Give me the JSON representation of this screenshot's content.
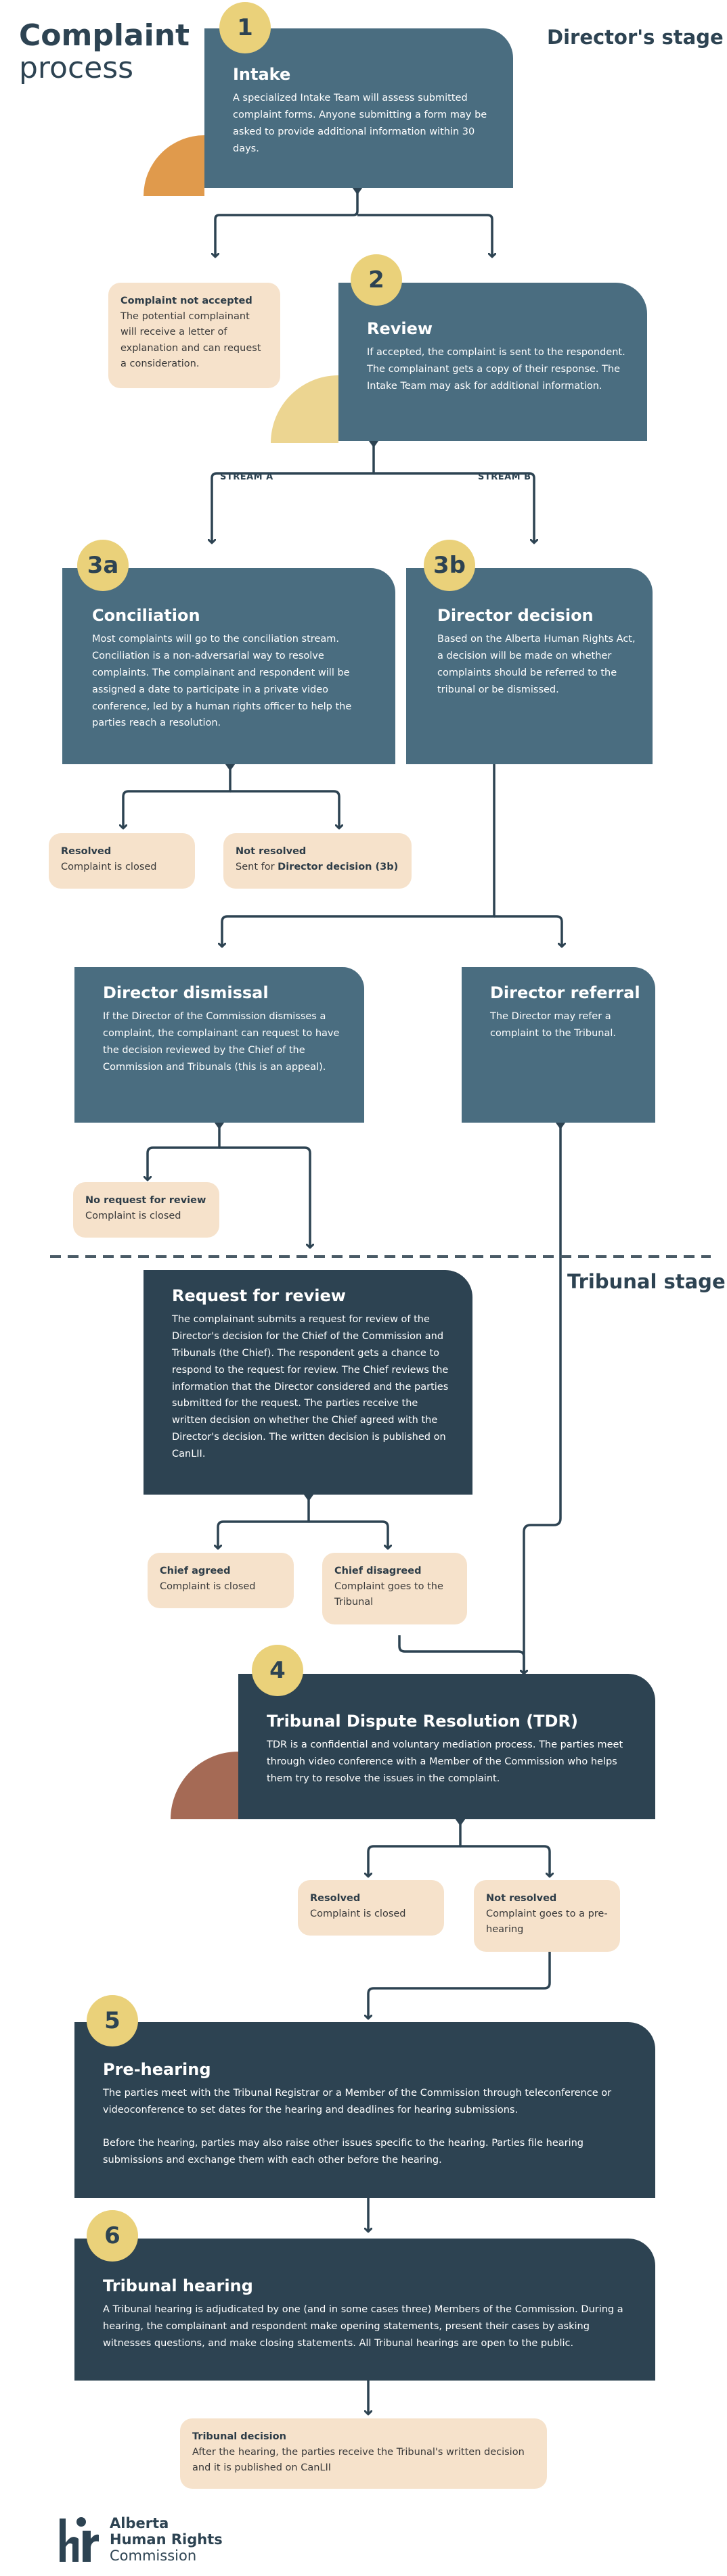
{
  "title": {
    "line1": "Complaint",
    "line2": "process"
  },
  "stages": {
    "directors": "Director's stage",
    "tribunal": "Tribunal stage"
  },
  "streams": {
    "a": "STREAM A",
    "b": "STREAM B"
  },
  "steps": {
    "intake": {
      "num": "1",
      "title": "Intake",
      "body": "A specialized Intake Team will assess submitted complaint forms. Anyone submitting a form may be asked to provide additional information within 30 days."
    },
    "review": {
      "num": "2",
      "title": "Review",
      "body": "If accepted, the complaint is sent to the respondent. The complainant gets a copy of their response. The Intake Team may ask for additional information."
    },
    "conciliation": {
      "num": "3a",
      "title": "Conciliation",
      "body": "Most complaints will go to the conciliation stream. Conciliation is a non-adversarial way to resolve complaints. The complainant and respondent will be assigned a date to participate in a private video conference, led by a human rights officer to help the parties reach a resolution."
    },
    "director_decision": {
      "num": "3b",
      "title": "Director decision",
      "body": "Based on the Alberta Human Rights Act, a decision will be made on whether complaints should be referred to the tribunal or be dismissed."
    },
    "director_dismissal": {
      "title": "Director dismissal",
      "body": "If the Director of the Commission dismisses a complaint, the complainant can request to have the decision reviewed by the Chief of the Commission and Tribunals (this is an appeal)."
    },
    "director_referral": {
      "title": "Director referral",
      "body": "The Director may refer a complaint to the Tribunal."
    },
    "request_review": {
      "title": "Request for review",
      "body": "The complainant submits a request for review of the Director's decision for the Chief of the Commission and Tribunals (the Chief). The respondent gets a chance to respond to the request for review. The Chief reviews the information that the Director considered and the parties submitted for the request. The parties receive the written decision on whether the Chief agreed with the Director's decision. The written decision is published on CanLII."
    },
    "tdr": {
      "num": "4",
      "title": "Tribunal Dispute Resolution (TDR)",
      "body": "TDR is a confidential and voluntary mediation process. The parties meet through video conference with a Member of the Commission who helps them try to resolve the issues in the complaint."
    },
    "prehearing": {
      "num": "5",
      "title": "Pre-hearing",
      "body1": "The parties meet with the Tribunal Registrar or a Member of the Commission through teleconference or videoconference to set dates for the hearing and deadlines for hearing submissions.",
      "body2": "Before the hearing, parties may also raise other issues specific to the hearing. Parties file hearing submissions and exchange them with each other before the hearing."
    },
    "hearing": {
      "num": "6",
      "title": "Tribunal hearing",
      "body": "A Tribunal hearing is adjudicated by one (and in some cases three) Members of the Commission. During a hearing, the complainant and respondent make opening statements, present their cases by asking witnesses questions, and make closing statements. All Tribunal hearings are open to the public."
    }
  },
  "notes": {
    "not_accepted": {
      "title": "Complaint not accepted",
      "body": "The potential complainant will receive a letter of explanation and can request a consideration."
    },
    "resolved_conc": {
      "title": "Resolved",
      "body": "Complaint is closed"
    },
    "not_resolved_conc": {
      "title": "Not resolved",
      "body_pre": "Sent for ",
      "body_bold": "Director decision (3b)"
    },
    "no_request": {
      "title": "No request for review",
      "body": "Complaint is closed"
    },
    "chief_agreed": {
      "title": "Chief agreed",
      "body": "Complaint is closed"
    },
    "chief_disagreed": {
      "title": "Chief disagreed",
      "body": "Complaint goes to the Tribunal"
    },
    "resolved_tdr": {
      "title": "Resolved",
      "body": "Complaint is closed"
    },
    "not_resolved_tdr": {
      "title": "Not resolved",
      "body": "Complaint goes to a pre-hearing"
    },
    "tribunal_decision": {
      "title": "Tribunal decision",
      "body": "After the hearing, the parties receive the Tribunal's written decision and it is published on CanLII"
    }
  },
  "logo": {
    "line1": "Alberta",
    "line2": "Human Rights",
    "line3": "Commission"
  },
  "colors": {
    "box_light": "#4a6d80",
    "box_dark": "#2d4352",
    "number": "#ead17a",
    "note": "#f6e2cb",
    "orange": "#e09a4c",
    "brown": "#a56a55"
  }
}
